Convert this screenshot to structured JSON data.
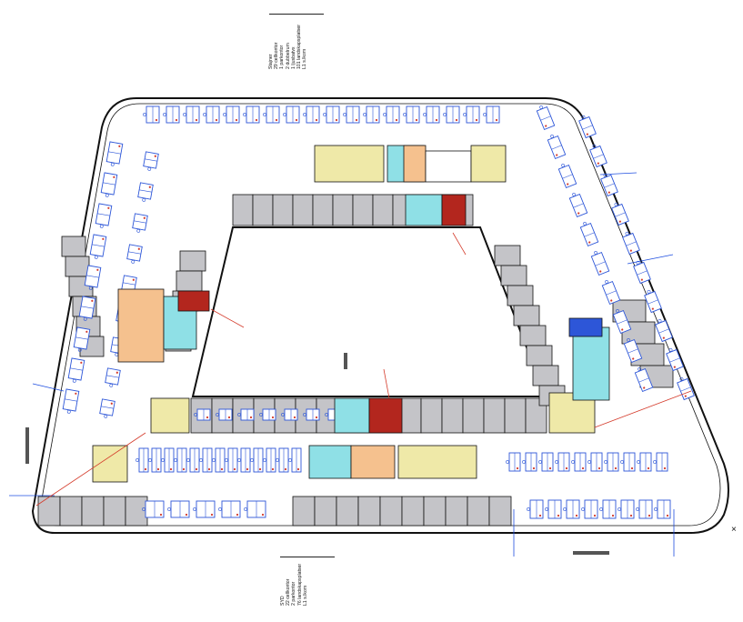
{
  "legend_north": {
    "title": "Stajner",
    "lines": [
      "29 cellkontor",
      "1 parkontor",
      "2 dubbelrum",
      "1 ljusbatvx",
      "101 landskapsplatser",
      "L1 s.lkom"
    ]
  },
  "legend_south": {
    "title": "SYD",
    "lines": [
      "22 cellkontor",
      "2 parkontor",
      "76 landskapsplatser",
      "L1 s.lkom"
    ]
  },
  "colors": {
    "wall": "#111111",
    "desk_blue": "#2d56d8",
    "office_fill": "#c4c4c8",
    "meeting_fill": "#efe9a8",
    "stair_fill": "#f5c18e",
    "wet_fill": "#8fe0e6",
    "shaft_fill": "#b3261e",
    "axis_blue": "#1f4fe0",
    "marker_red": "#d43a2a"
  },
  "icons": {
    "north_arrow": "x-mark-icon"
  }
}
